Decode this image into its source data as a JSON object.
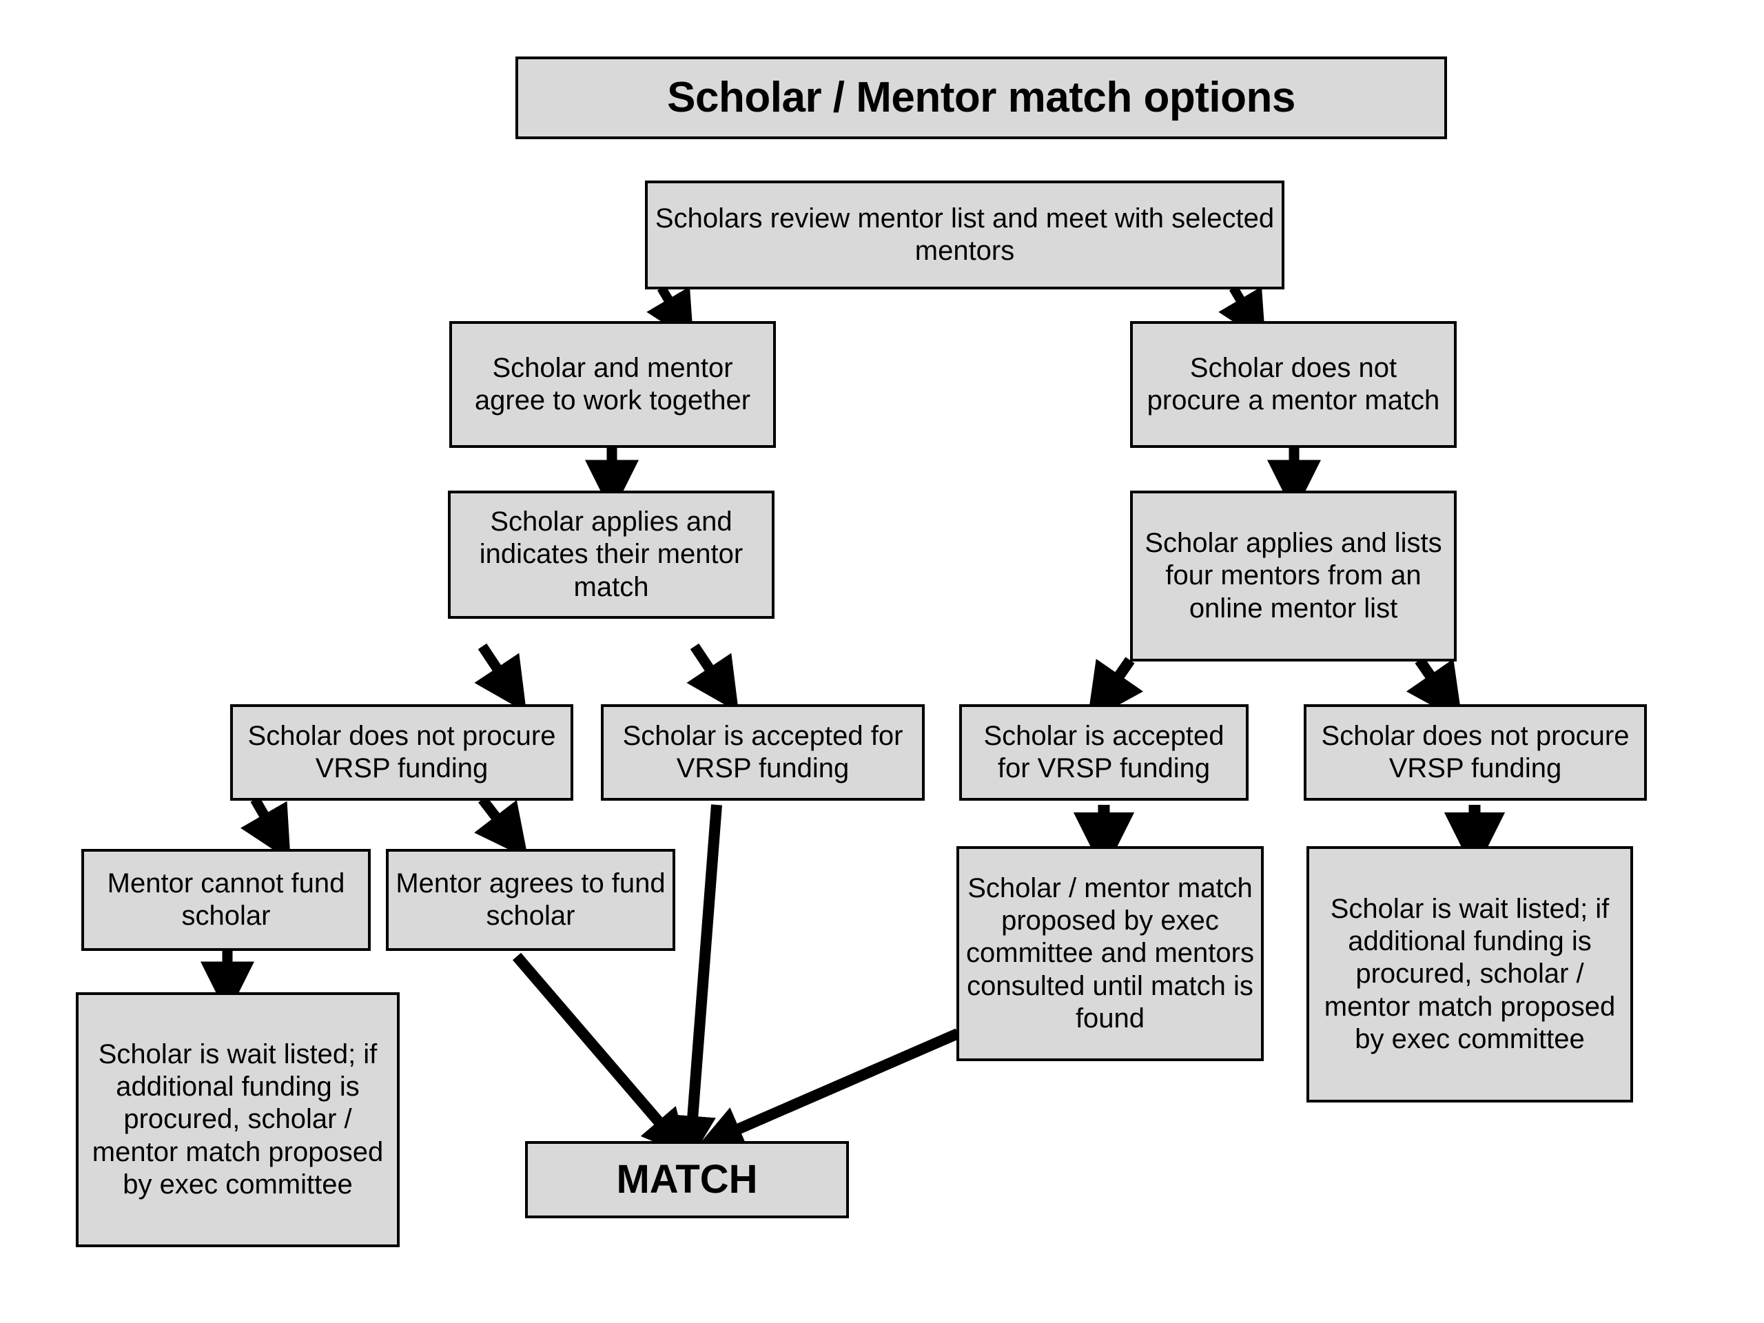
{
  "diagram": {
    "title": "Scholar / Mentor match options",
    "background_color": "#ffffff",
    "node_fill_color": "#d9d9d9",
    "node_border_color": "#000000",
    "edge_color": "#000000",
    "nodes": {
      "title": "Scholar / Mentor match options",
      "start": "Scholars review mentor list and meet with selected mentors",
      "agree": "Scholar and mentor agree to work together",
      "no_mentor": "Scholar does not procure a mentor match",
      "applies_indicates": "Scholar applies and indicates their mentor match",
      "applies_lists": "Scholar applies and lists four mentors from an online mentor list",
      "no_vrsp_left": "Scholar does not procure VRSP funding",
      "accepted_left": "Scholar is accepted for VRSP funding",
      "accepted_right": "Scholar is accepted for VRSP funding",
      "no_vrsp_right": "Scholar does not procure VRSP funding",
      "mentor_cannot": "Mentor cannot fund scholar",
      "mentor_agrees": "Mentor agrees to fund scholar",
      "exec_proposed": "Scholar / mentor match proposed by exec committee and mentors consulted until match is found",
      "wait_listed_left": "Scholar is wait listed; if additional funding is procured, scholar / mentor match proposed by exec committee",
      "wait_listed_right": "Scholar is wait listed; if additional funding is procured, scholar / mentor match proposed by exec committee",
      "match": "MATCH"
    },
    "edges": [
      {
        "from": "start",
        "to": "agree"
      },
      {
        "from": "start",
        "to": "no_mentor"
      },
      {
        "from": "agree",
        "to": "applies_indicates"
      },
      {
        "from": "no_mentor",
        "to": "applies_lists"
      },
      {
        "from": "applies_indicates",
        "to": "no_vrsp_left"
      },
      {
        "from": "applies_indicates",
        "to": "accepted_left"
      },
      {
        "from": "applies_lists",
        "to": "accepted_right"
      },
      {
        "from": "applies_lists",
        "to": "no_vrsp_right"
      },
      {
        "from": "no_vrsp_left",
        "to": "mentor_cannot"
      },
      {
        "from": "no_vrsp_left",
        "to": "mentor_agrees"
      },
      {
        "from": "accepted_right",
        "to": "exec_proposed"
      },
      {
        "from": "no_vrsp_right",
        "to": "wait_listed_right"
      },
      {
        "from": "mentor_cannot",
        "to": "wait_listed_left"
      },
      {
        "from": "mentor_agrees",
        "to": "match"
      },
      {
        "from": "accepted_left",
        "to": "match"
      },
      {
        "from": "exec_proposed",
        "to": "match"
      }
    ]
  }
}
